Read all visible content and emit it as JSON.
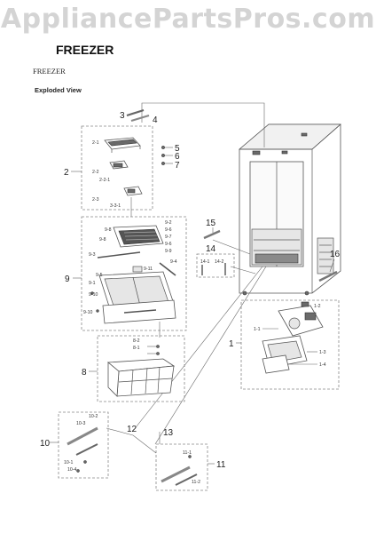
{
  "watermark": "AppliancePartsPros.com",
  "title": "FREEZER",
  "subtitle": "FREEZER",
  "view_label": "Exploded View",
  "callouts": {
    "c1": "1",
    "c2": "2",
    "c3": "3",
    "c4": "4",
    "c5": "5",
    "c6": "6",
    "c7": "7",
    "c8": "8",
    "c9": "9",
    "c10": "10",
    "c11": "11",
    "c12": "12",
    "c13": "13",
    "c14": "14",
    "c15": "15",
    "c16": "16"
  },
  "sub_labels": {
    "s2_1": "2-1",
    "s2_2": "2-2",
    "s2_2_1": "2-2-1",
    "s2_3": "2-3",
    "s3_3_1": "3-3-1",
    "s9_2": "9-2",
    "s9_6": "9-6",
    "s9_6b": "9-6",
    "s9_7": "9-7",
    "s9_8": "9-8",
    "s9_8b": "9-8",
    "s9_9": "9-9",
    "s9_3": "9-3",
    "s9_4": "9-4",
    "s9_5": "9-5",
    "s9_1": "9-1",
    "s9_11": "9-11",
    "s9_10": "9-10",
    "s9_10b": "9-10",
    "s8_2": "8-2",
    "s8_1": "8-1",
    "s1_1": "1-1",
    "s1_2": "1-2",
    "s1_3": "1-3",
    "s1_4": "1-4",
    "s14_1": "14-1",
    "s14_2": "14-2",
    "s10_1": "10-1",
    "s10_2": "10-2",
    "s10_3": "10-3",
    "s10_4": "10-4",
    "s11_1": "11-1",
    "s11_2": "11-2"
  }
}
